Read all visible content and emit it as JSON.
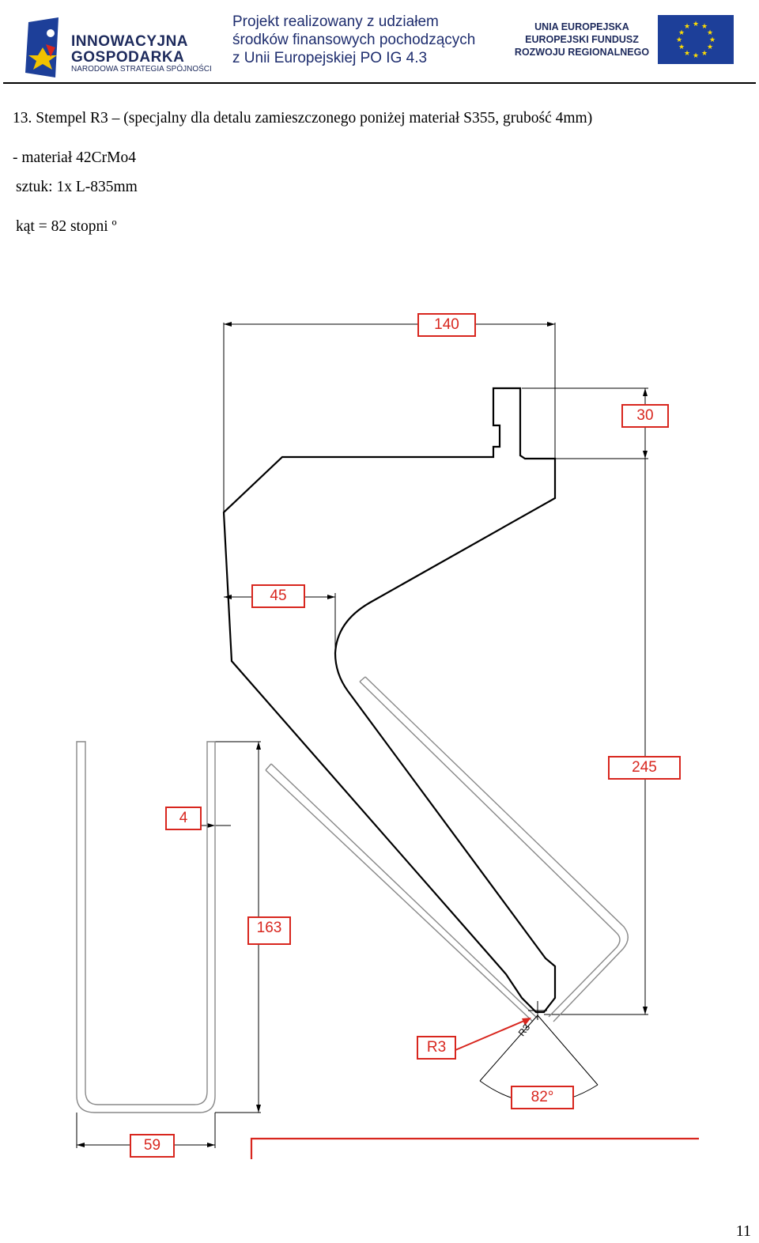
{
  "header": {
    "logo_left": {
      "name_line1": "INNOWACYJNA",
      "name_line2": "GOSPODARKA",
      "name_line3": "NARODOWA STRATEGIA SPÓJNOŚCI"
    },
    "project_text": [
      "Projekt realizowany z udziałem",
      "środków finansowych pochodzących",
      "z Unii Europejskiej PO IG 4.3"
    ],
    "eu_logo": [
      "UNIA EUROPEJSKA",
      "EUROPEJSKI FUNDUSZ",
      "ROZWOJU REGIONALNEGO"
    ],
    "colors": {
      "navy": "#1d2a5c",
      "eu_blue": "#1d3f99",
      "eu_star": "#ffdd00"
    }
  },
  "spec": {
    "title": "13. Stempel R3 –  (specjalny dla detalu zamieszczonego poniżej materiał S355, grubość 4mm)",
    "material": "- materiał 42CrMo4",
    "pieces": "sztuk: 1x L-835mm",
    "angle": "kąt = 82 stopni º"
  },
  "drawing": {
    "dimension_color": "#d8261e",
    "dimensions": {
      "width_top": "140",
      "tang_height": "30",
      "offset": "45",
      "height_total": "245",
      "thickness": "4",
      "flange_height": "163",
      "channel_width": "59",
      "radius_box": "R3",
      "radius_tip": "R3",
      "angle": "82°"
    }
  },
  "page": {
    "number": "11"
  }
}
